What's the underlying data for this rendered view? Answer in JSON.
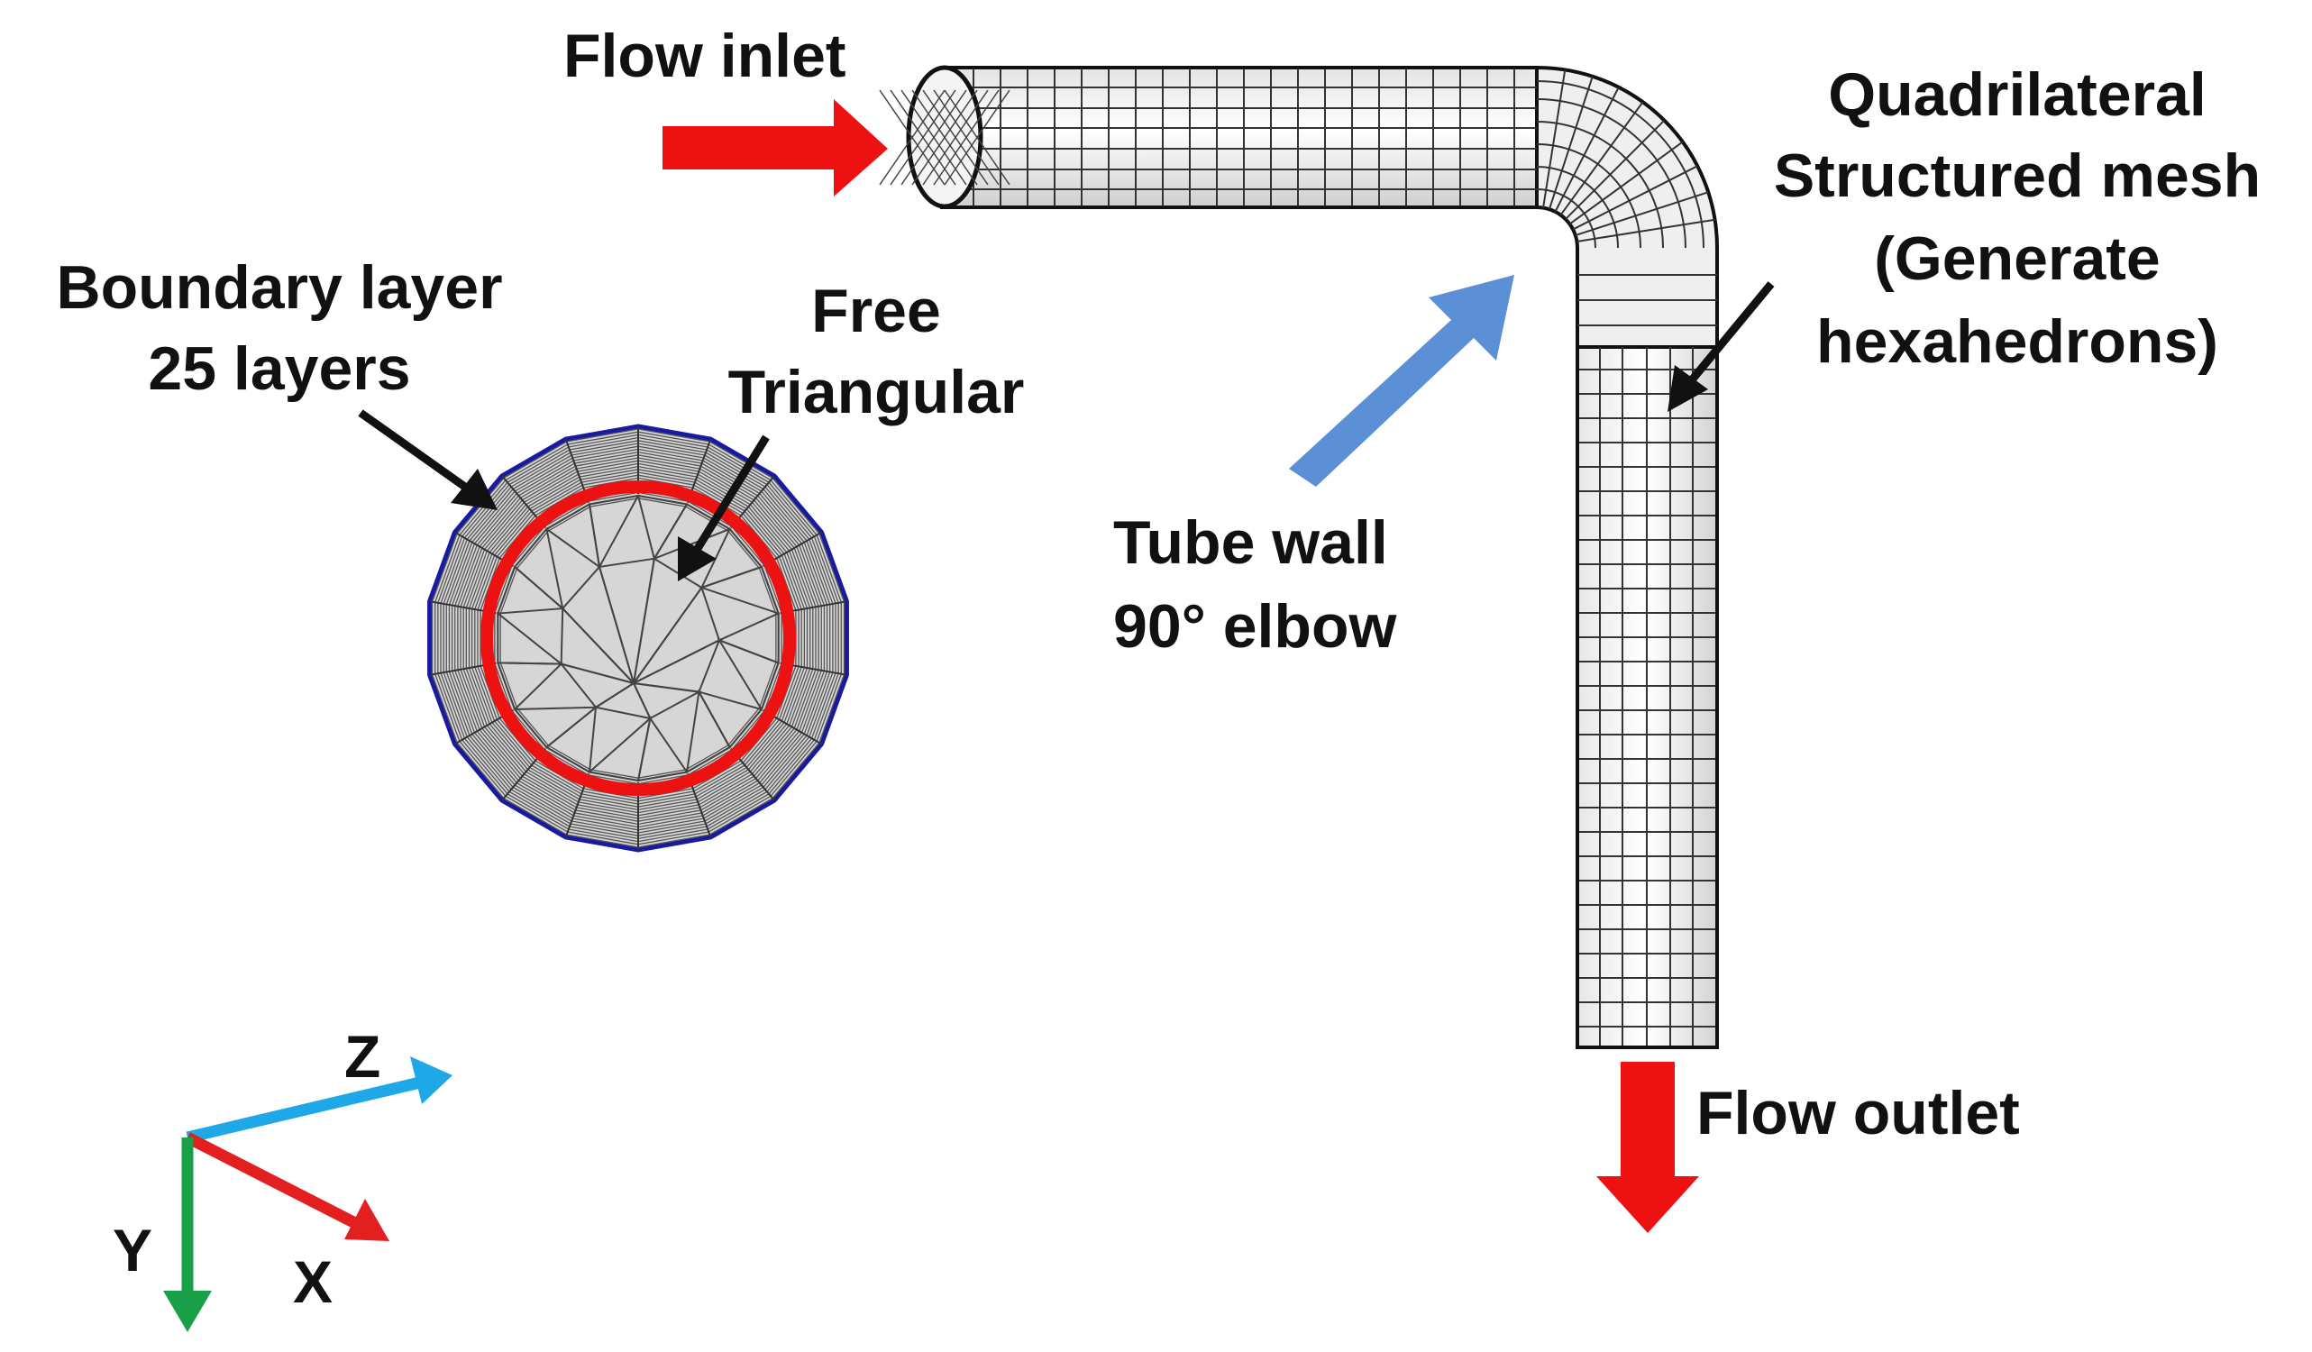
{
  "labels": {
    "flow_inlet": "Flow inlet",
    "quad_line1": "Quadrilateral",
    "quad_line2": "Structured mesh",
    "quad_line3": "(Generate",
    "quad_line4": "hexahedrons)",
    "boundary_line1": "Boundary layer",
    "boundary_line2": "25 layers",
    "free_line1": "Free",
    "free_line2": "Triangular",
    "tube_line1": "Tube wall",
    "tube_line2": "90° elbow",
    "flow_outlet": "Flow outlet"
  },
  "axes": {
    "z": "Z",
    "y": "Y",
    "x": "X"
  },
  "colors": {
    "flow_arrow": "#ee1111",
    "wall_arrow": "#5b8fd6",
    "z_axis": "#1ea8e8",
    "x_axis": "#e32020",
    "y_axis": "#18a048",
    "mesh_fill": "#d6d6d6",
    "mesh_line": "#2a2a2a",
    "cross_section_outline": "#1a1aa0",
    "inner_ring": "#ee1111"
  },
  "mesh": {
    "boundary_layers": 25
  }
}
